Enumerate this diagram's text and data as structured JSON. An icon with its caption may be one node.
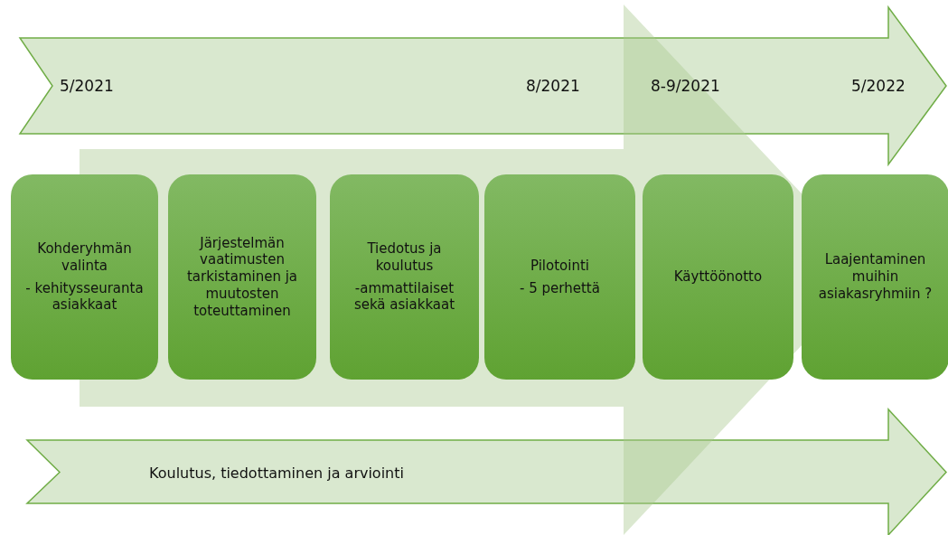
{
  "diagram": {
    "nodes": [
      {
        "text": [
          "5/2021",
          "8/2021",
          "8-9/2021",
          "5/2022"
        ]
      },
      {
        "text": [
          "Kohderyhmän valinta",
          "- kehitysseuranta asiakkaat"
        ]
      },
      {
        "text": [
          "Järjestelmän vaatimusten tarkistaminen ja muutosten toteuttaminen"
        ]
      },
      {
        "text": [
          "Tiedotus ja koulutus",
          "-ammattilaiset sekä asiakkaat"
        ]
      },
      {
        "text": [
          "Pilotointi",
          "- 5 perhettä"
        ]
      },
      {
        "text": [
          "Käyttöönotto"
        ]
      },
      {
        "text": [
          "Laajentaminen muihin asiakasryhmiin ?"
        ]
      },
      {
        "text": [
          "Koulutus, tiedottaminen ja arviointi"
        ]
      }
    ],
    "edges": [
      {
        "from": 1,
        "to": 6,
        "arrow": "to"
      }
    ]
  }
}
